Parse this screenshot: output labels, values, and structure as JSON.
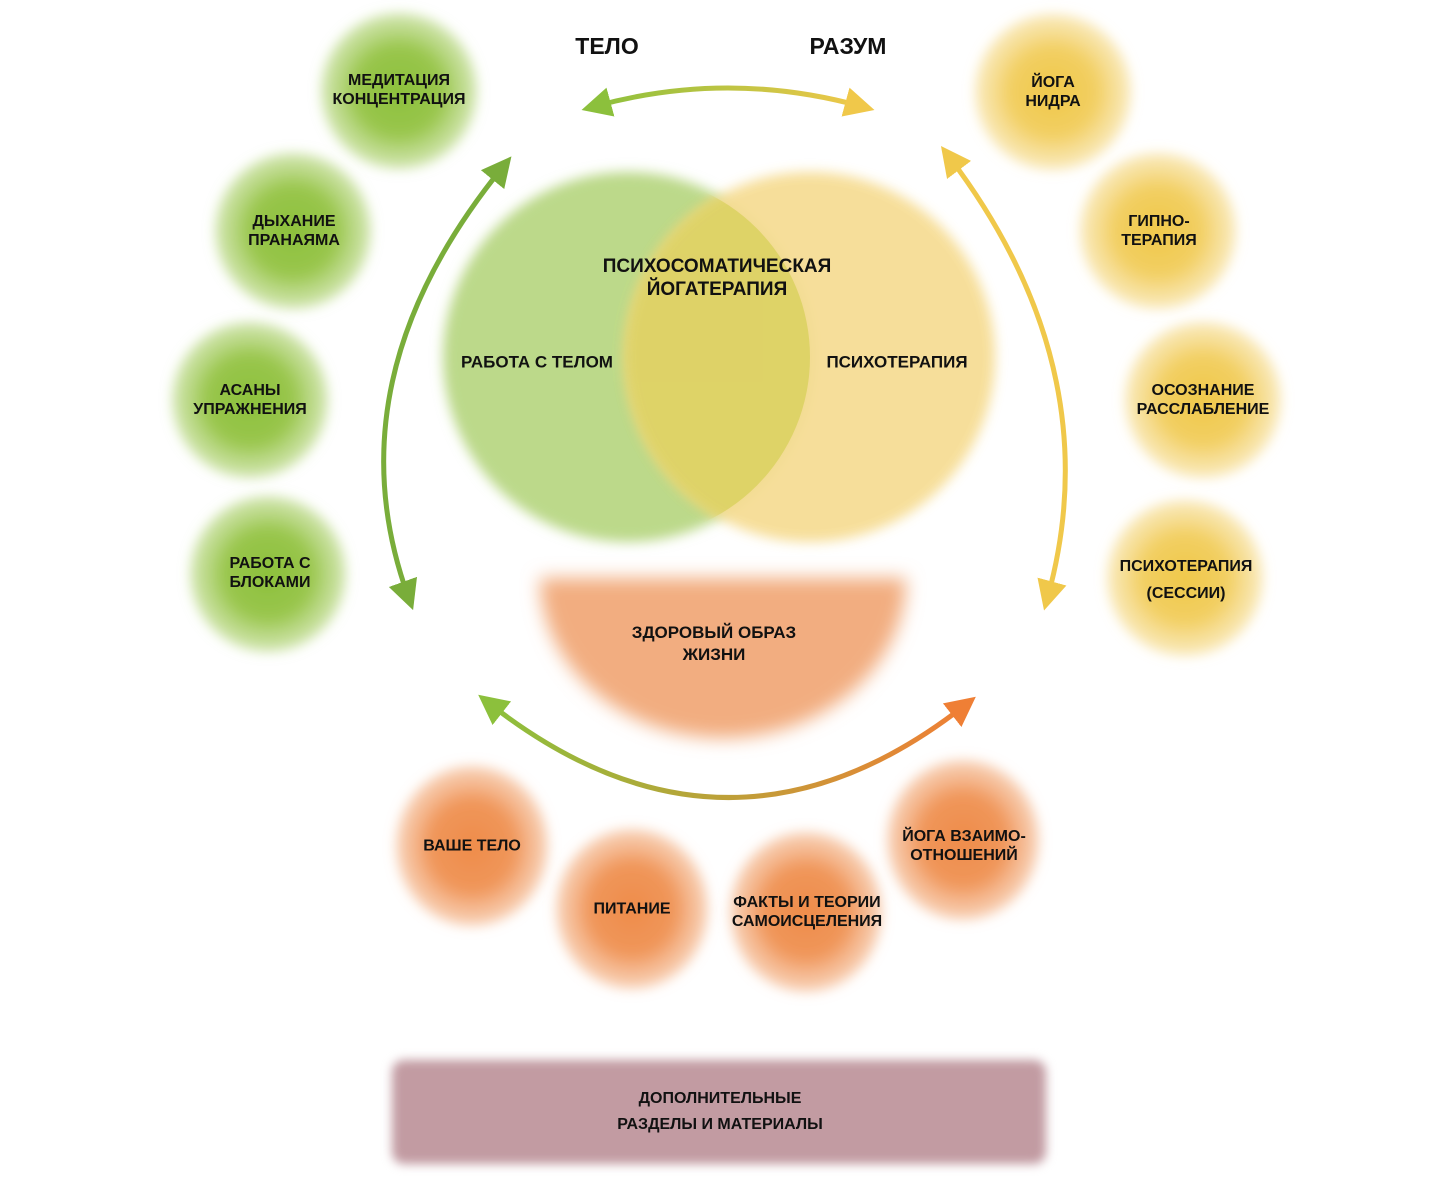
{
  "headings": {
    "body": "ТЕЛО",
    "mind": "РАЗУМ"
  },
  "center": {
    "title_line1": "ПСИХОСОМАТИЧЕСКАЯ",
    "title_line2": "ЙОГАТЕРАПИЯ",
    "left_label": "РАБОТА С ТЕЛОМ",
    "right_label": "ПСИХОТЕРАПИЯ"
  },
  "lifestyle": {
    "line1": "ЗДОРОВЫЙ ОБРАЗ",
    "line2": "ЖИЗНИ"
  },
  "body_items": [
    {
      "line1": "МЕДИТАЦИЯ",
      "line2": "КОНЦЕНТРАЦИЯ"
    },
    {
      "line1": "ДЫХАНИЕ",
      "line2": "ПРАНАЯМА"
    },
    {
      "line1": "АСАНЫ",
      "line2": "УПРАЖНЕНИЯ"
    },
    {
      "line1": "РАБОТА С",
      "line2": "БЛОКАМИ"
    }
  ],
  "mind_items": [
    {
      "line1": "ЙОГА",
      "line2": "НИДРА"
    },
    {
      "line1": "ГИПНО-",
      "line2": "ТЕРАПИЯ"
    },
    {
      "line1": "ОСОЗНАНИЕ",
      "line2": "РАССЛАБЛЕНИЕ"
    },
    {
      "line1": "ПСИХОТЕРАПИЯ",
      "line2": "(СЕССИИ)"
    }
  ],
  "lifestyle_items": [
    {
      "line1": "ВАШЕ ТЕЛО",
      "line2": ""
    },
    {
      "line1": "ПИТАНИЕ",
      "line2": ""
    },
    {
      "line1": "ФАКТЫ И ТЕОРИИ",
      "line2": "САМОИСЦЕЛЕНИЯ"
    },
    {
      "line1": "ЙОГА ВЗАИМО-",
      "line2": "ОТНОШЕНИЙ"
    }
  ],
  "extra": {
    "line1": "ДОПОЛНИТЕЛЬНЫЕ",
    "line2": "РАЗДЕЛЫ И МАТЕРИАЛЫ"
  },
  "colors": {
    "green": "#8cc03c",
    "green_light": "#bcd98a",
    "yellow": "#f2c94c",
    "yellow_light": "#f6dc92",
    "overlap": "#dcd264",
    "orange": "#ef8c4a",
    "orange_light": "#f2ad80",
    "mauve": "#c29ba2"
  }
}
